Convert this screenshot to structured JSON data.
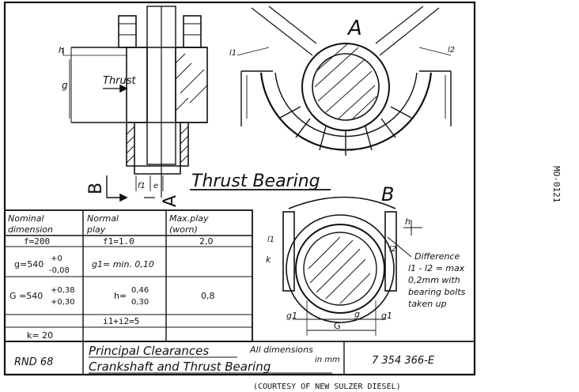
{
  "side_code": "MO-0121",
  "title": "Thrust Bearing",
  "view_labels": {
    "a_top": "A",
    "a_side": "A",
    "b_side": "B",
    "b_view": "B"
  },
  "drawing_labels": {
    "thrust": "Thrust",
    "h": "h",
    "g": "g",
    "f1": "f1",
    "e": "e",
    "l1": "l1",
    "l2": "l2",
    "h_right": "h",
    "k": "k",
    "l1_b": "l1",
    "l2_b": "l2",
    "g1_left": "g1",
    "g_bottom": "g",
    "g1_right": "g1",
    "G": "G"
  },
  "difference_note": [
    "Difference",
    "l1 - l2 = max",
    "0,2mm with",
    "bearing bolts",
    "taken up"
  ],
  "table": {
    "headers": [
      [
        "Nominal",
        "dimension"
      ],
      [
        "Normal",
        "play"
      ],
      [
        "Max.play",
        "(worn)"
      ]
    ],
    "rows": [
      {
        "nominal": "f=200",
        "normal": "f1=1.0",
        "max": "2,0"
      },
      {
        "nominal": "g=540",
        "nominal_sup": "+0",
        "nominal_sub": "-0,08",
        "normal": "g1= min. 0,10",
        "max": ""
      },
      {
        "nominal": "G =540",
        "nominal_sup": "+0,38",
        "nominal_sub": "+0,30",
        "normal": "h=",
        "normal_sup": "0,46",
        "normal_sub": "0,30",
        "max": "0,8"
      },
      {
        "nominal": "",
        "normal": "i1+i2=5",
        "max": ""
      },
      {
        "nominal": "k= 20",
        "normal": "",
        "max": ""
      }
    ]
  },
  "footer": {
    "code": "RND 68",
    "line1": "Principal Clearances",
    "all_dims": "All dimensions",
    "in_mm": "in mm",
    "line2": "Crankshaft and Thrust Bearing",
    "drawing_no": "7 354 366-E"
  },
  "courtesy": "(COURTESY OF NEW SULZER DIESEL)"
}
